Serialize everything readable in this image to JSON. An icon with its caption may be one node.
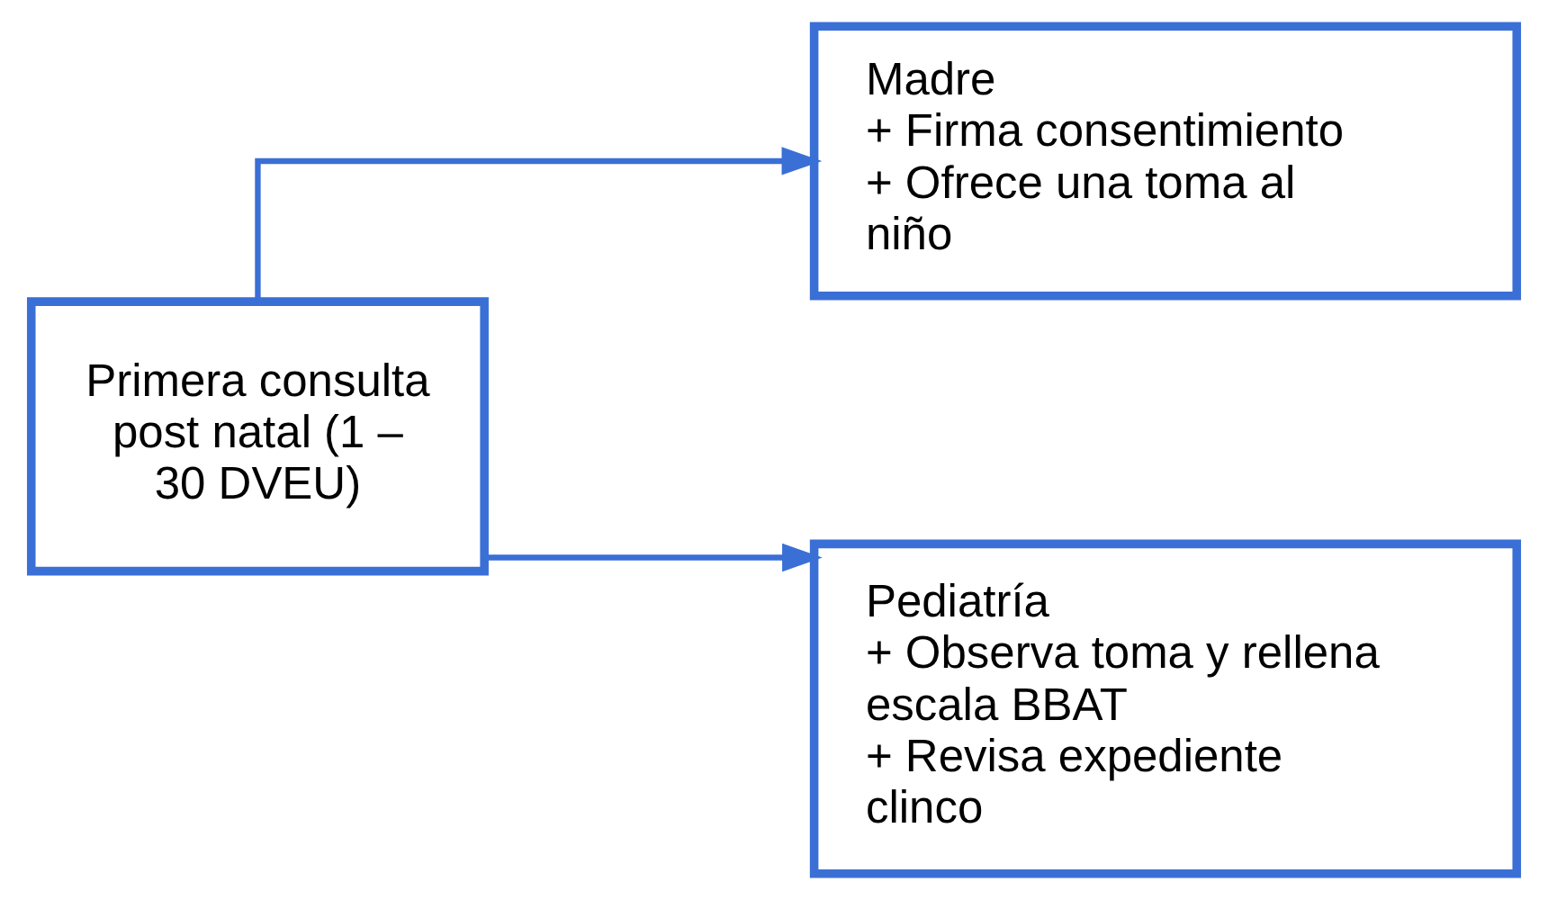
{
  "diagram": {
    "nodes": [
      {
        "text": [
          "Primera consulta post natal (1 – 30 DVEU)"
        ]
      },
      {
        "text": [
          "Madre",
          "+ Firma consentimiento",
          "+ Ofrece una toma al niño"
        ]
      },
      {
        "text": [
          "Pediatría",
          "+ Observa toma y rellena escala BBAT",
          "+ Revisa expediente clinco"
        ]
      }
    ],
    "edges": [
      {
        "from": 0,
        "to": 1,
        "arrow": "to"
      },
      {
        "from": 0,
        "to": 2,
        "arrow": "to"
      }
    ]
  }
}
